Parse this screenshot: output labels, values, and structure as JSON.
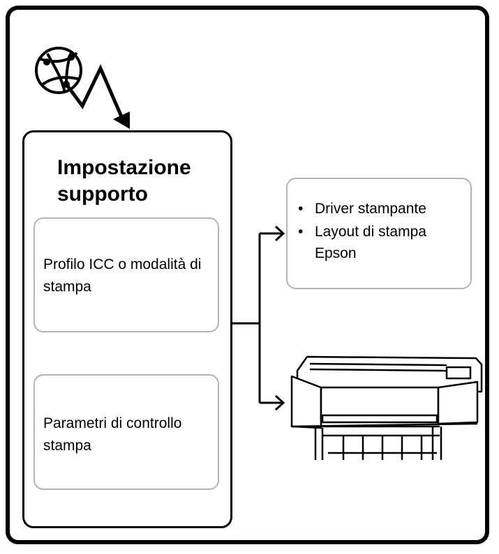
{
  "media_settings": {
    "title": "Impostazione supporto",
    "items": [
      {
        "label": "Profilo ICC o modalità di stampa"
      },
      {
        "label": "Parametri di controllo stampa"
      }
    ]
  },
  "software": {
    "items": [
      "Driver stampante",
      "Layout di stampa Epson"
    ]
  },
  "icons": {
    "network": "globe-network-icon",
    "download": "lightning-arrow-icon",
    "printer": "large-format-printer-icon"
  },
  "colors": {
    "outline": "#000000",
    "sub_box_border": "#b3b3b3"
  }
}
